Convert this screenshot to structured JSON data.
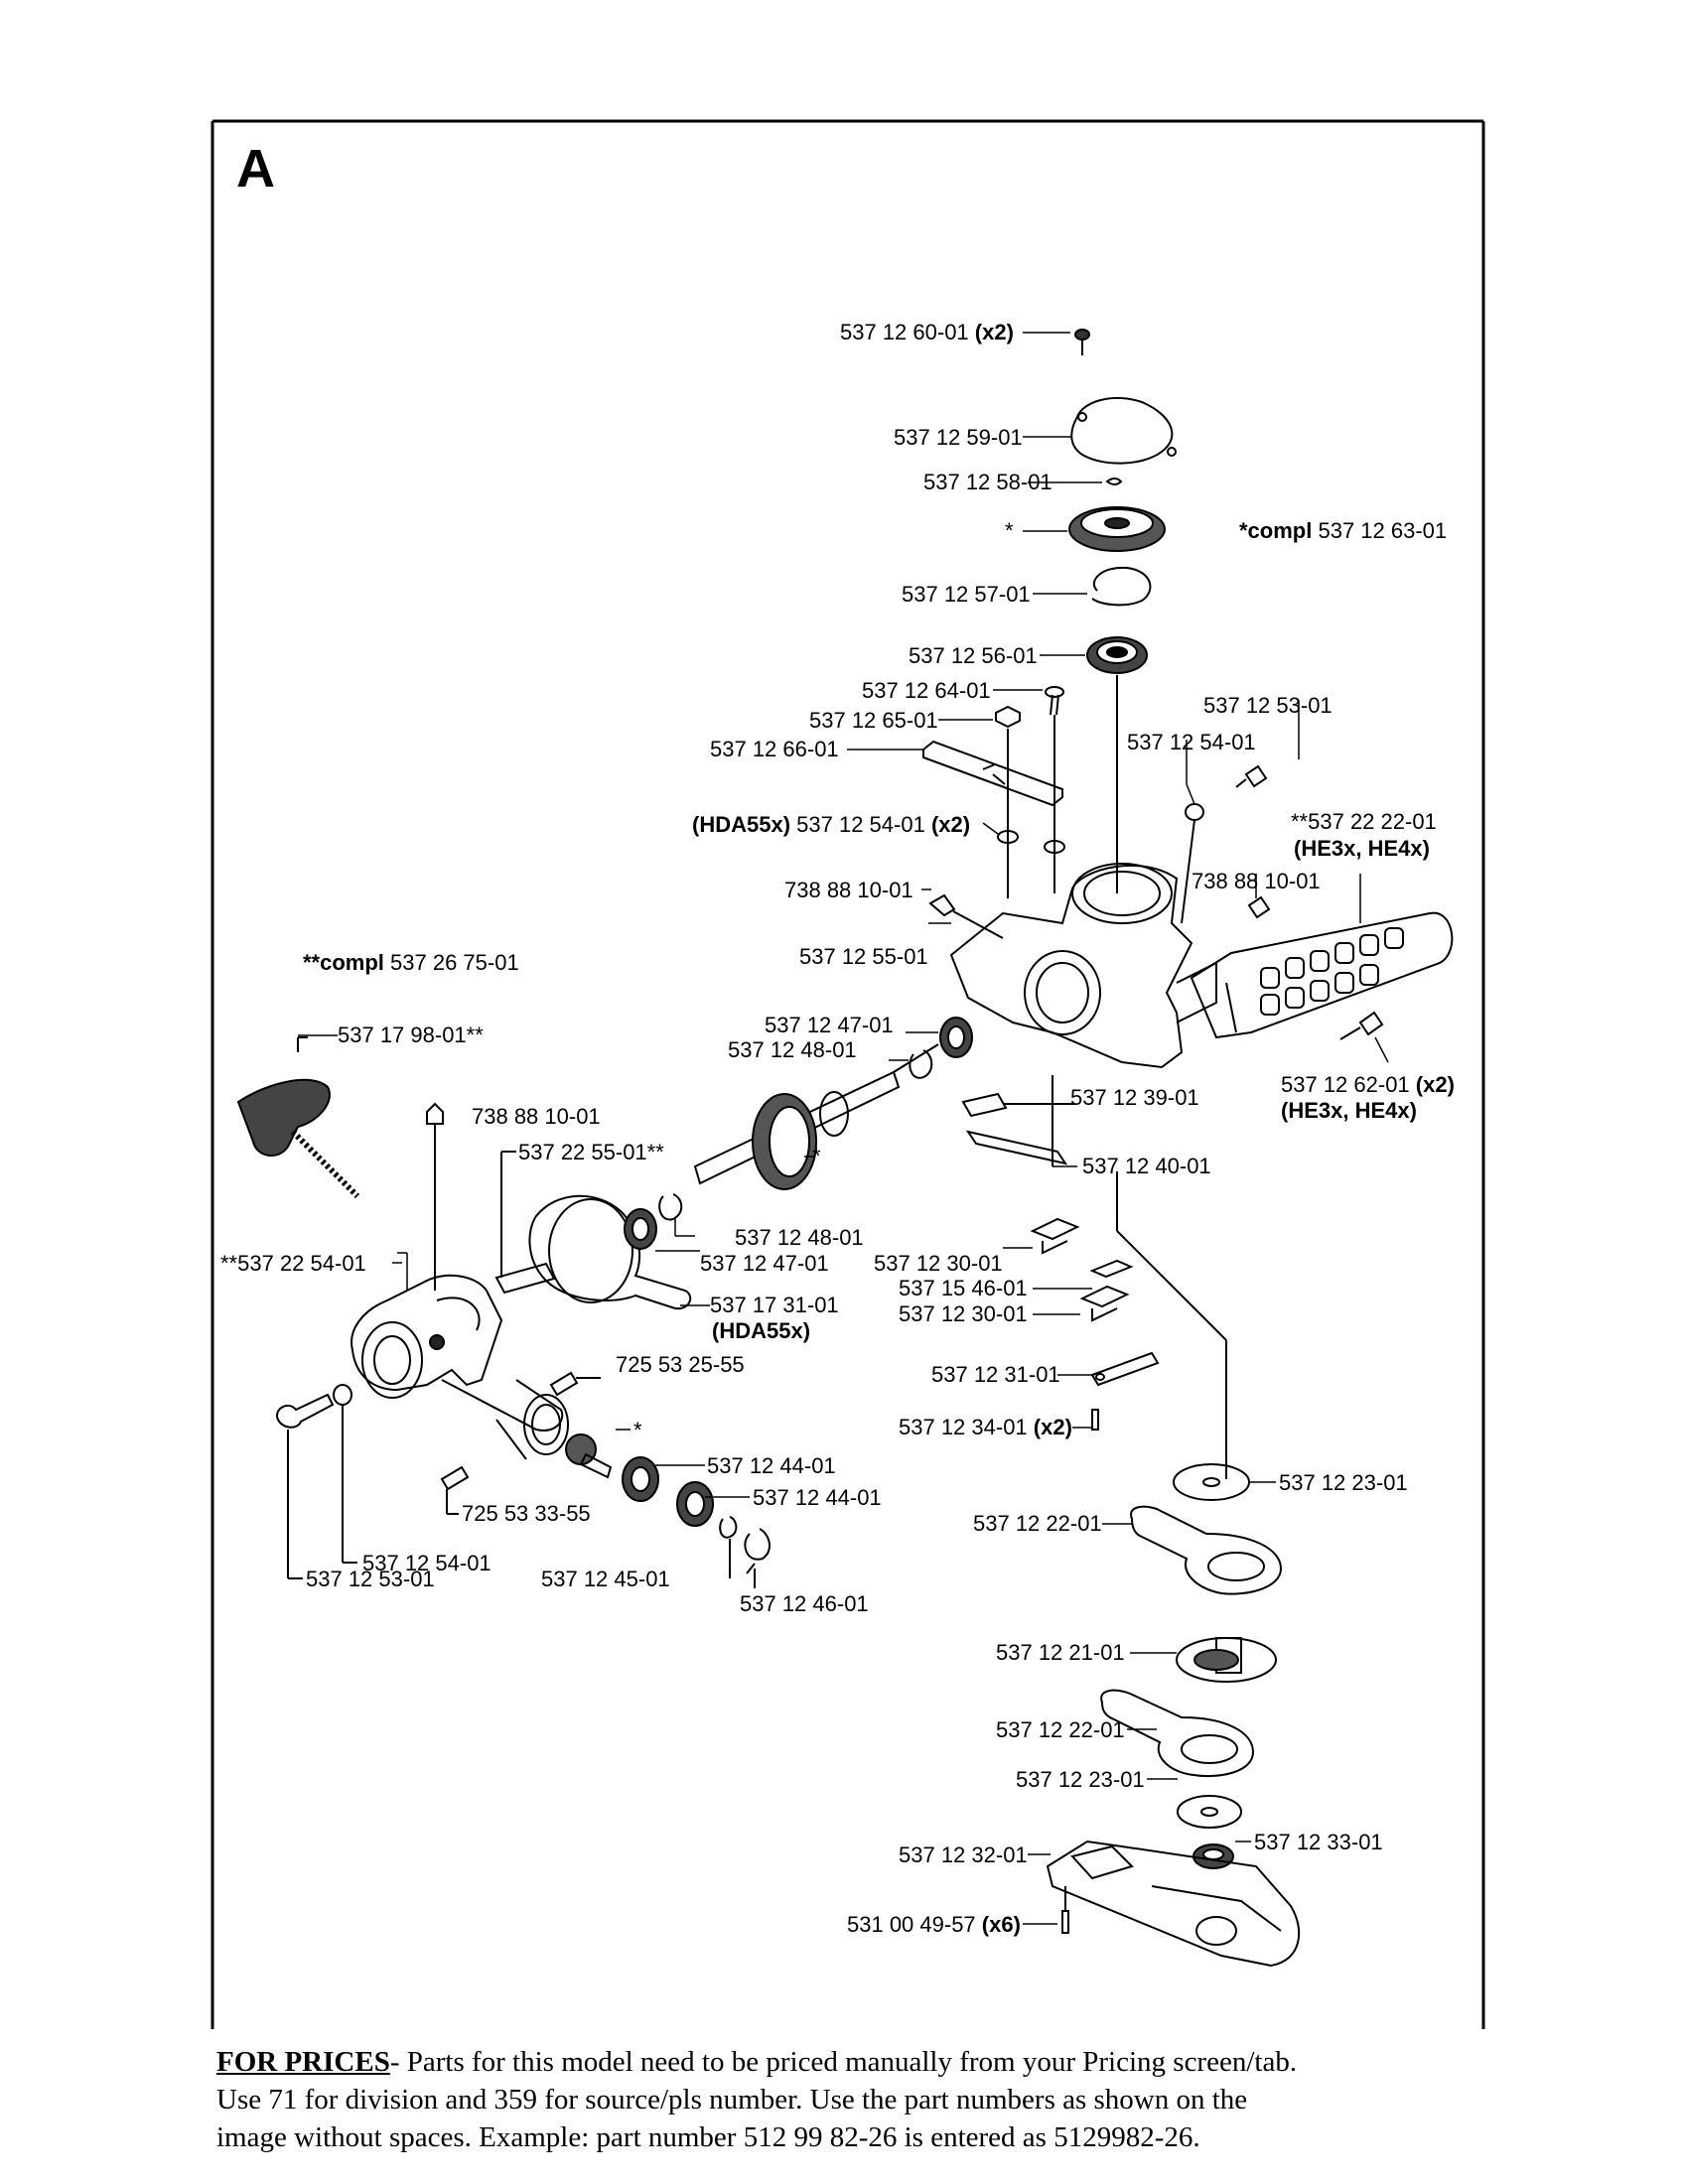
{
  "section_letter": "A",
  "labels": [
    {
      "id": "p1",
      "text": "537 12 60-01",
      "qty": "(x2)"
    },
    {
      "id": "p2",
      "text": "537 12 59-01"
    },
    {
      "id": "p3",
      "text": "537 12 58-01"
    },
    {
      "id": "p4",
      "text": "*"
    },
    {
      "id": "p5",
      "text": "*compl",
      "rest": " 537 12 63-01"
    },
    {
      "id": "p6",
      "text": "537 12 57-01"
    },
    {
      "id": "p7",
      "text": "537 12 56-01"
    },
    {
      "id": "p8",
      "text": "537 12 64-01"
    },
    {
      "id": "p9",
      "text": "537 12 65-01"
    },
    {
      "id": "p10",
      "text": "537 12 66-01"
    },
    {
      "id": "p11",
      "text": "537 12 53-01"
    },
    {
      "id": "p12",
      "text": "537 12 54-01"
    },
    {
      "id": "p13",
      "pre": "(HDA55x)",
      "text": " 537 12 54-01 ",
      "qty": "(x2)"
    },
    {
      "id": "p14",
      "text": "**537 22 22-01"
    },
    {
      "id": "p15",
      "text": "(HE3x, HE4x)",
      "bold": true
    },
    {
      "id": "p16",
      "text": "738 88 10-01"
    },
    {
      "id": "p17",
      "text": "738 88 10-01"
    },
    {
      "id": "p18",
      "text": "**compl",
      "rest": " 537 26 75-01"
    },
    {
      "id": "p19",
      "text": "537 12 55-01"
    },
    {
      "id": "p20",
      "text": "537 12 47-01"
    },
    {
      "id": "p21",
      "text": "537 12 48-01"
    },
    {
      "id": "p22",
      "text": "537 17 98-01**"
    },
    {
      "id": "p23",
      "text": "738 88 10-01"
    },
    {
      "id": "p24",
      "text": "537 12 39-01"
    },
    {
      "id": "p25",
      "text": "537 12 62-01 ",
      "qty": "(x2)"
    },
    {
      "id": "p26",
      "text": "(HE3x, HE4x)",
      "bold": true
    },
    {
      "id": "p27",
      "text": "537 22 55-01**"
    },
    {
      "id": "p28",
      "text": "*"
    },
    {
      "id": "p29",
      "text": "537 12 40-01"
    },
    {
      "id": "p30",
      "text": "537 12 48-01"
    },
    {
      "id": "p31",
      "text": "537 12 47-01"
    },
    {
      "id": "p32",
      "text": "537 12 30-01"
    },
    {
      "id": "p33",
      "text": "**537 22 54-01"
    },
    {
      "id": "p34",
      "text": "537 15 46-01"
    },
    {
      "id": "p35",
      "text": "537 17 31-01"
    },
    {
      "id": "p36",
      "text": "537 12 30-01"
    },
    {
      "id": "p37",
      "text": "(HDA55x)",
      "bold": true
    },
    {
      "id": "p38",
      "text": "725 53 25-55"
    },
    {
      "id": "p39",
      "text": "537 12 31-01"
    },
    {
      "id": "p40",
      "text": "537 12 34-01 ",
      "qty": "(x2)"
    },
    {
      "id": "p41",
      "text": "*"
    },
    {
      "id": "p42",
      "text": "537 12 44-01"
    },
    {
      "id": "p43",
      "text": "537 12 44-01"
    },
    {
      "id": "p44",
      "text": "537 12 23-01"
    },
    {
      "id": "p45",
      "text": "725 53 33-55"
    },
    {
      "id": "p46",
      "text": "537 12 22-01"
    },
    {
      "id": "p47",
      "text": "537 12 54-01"
    },
    {
      "id": "p48",
      "text": "537 12 53-01"
    },
    {
      "id": "p49",
      "text": "537 12 45-01"
    },
    {
      "id": "p50",
      "text": "537 12 46-01"
    },
    {
      "id": "p51",
      "text": "537 12 21-01"
    },
    {
      "id": "p52",
      "text": "537 12 22-01"
    },
    {
      "id": "p53",
      "text": "537 12 23-01"
    },
    {
      "id": "p54",
      "text": "537 12 33-01"
    },
    {
      "id": "p55",
      "text": "537 12 32-01"
    },
    {
      "id": "p56",
      "text": "531 00 49-57 ",
      "qty": "(x6)"
    }
  ],
  "footer": {
    "heading": "FOR PRICES",
    "line1": "- Parts for this model need to be priced manually from your Pricing screen/tab.",
    "line2": "Use 71 for division and 359 for source/pls number.   Use the part numbers as shown on the",
    "line3": "image without spaces.  Example: part number 512 99 82-26 is entered as 5129982-26."
  }
}
